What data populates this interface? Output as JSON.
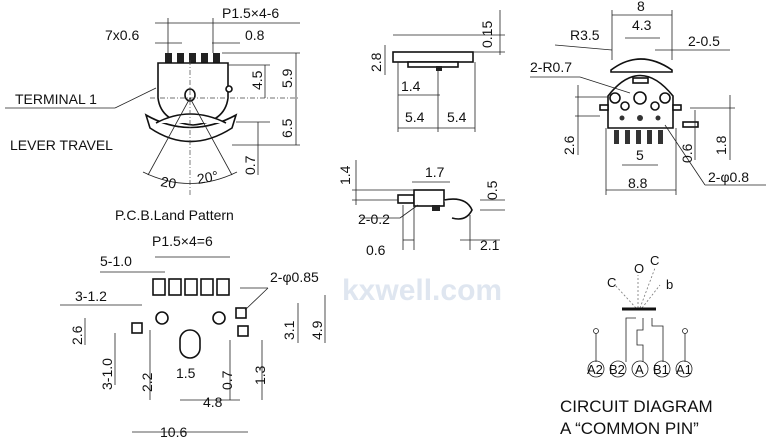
{
  "watermark": "kxwell.com",
  "front_view": {
    "pitch": "P1.5×4-6",
    "terminal_width": "7x0.6",
    "offset": "0.8",
    "height_total": "5.9",
    "height_upper": "4.5",
    "height_lower": "6.5",
    "lever_gap": "0.7",
    "terminal_label": "TERMINAL 1",
    "lever_label": "LEVER TRAVEL",
    "angle_left": "20",
    "angle_right": "20°"
  },
  "top_view": {
    "thickness": "0.15",
    "height": "2.8",
    "inner": "1.4",
    "left_half": "5.4",
    "right_half": "5.4"
  },
  "side_view": {
    "height": "1.4",
    "width": "1.7",
    "tab": "0.5",
    "slot": "2-0.2",
    "left": "0.6",
    "right": "2.1"
  },
  "pcb": {
    "title": "P.C.B.Land Pattern",
    "pitch": "P1.5×4=6",
    "pads": "5-1.0",
    "holes": "2-φ0.85",
    "square_pads": "3-1.2",
    "dim_2_6": "2.6",
    "dim_3_1": "3.1",
    "dim_4_9": "4.9",
    "dim_3_1_0": "3-1.0",
    "dim_2_2": "2.2",
    "dim_1_5": "1.5",
    "dim_0_7": "0.7",
    "dim_1_3": "1.3",
    "dim_4_8": "4.8",
    "dim_10_6": "10.6"
  },
  "right_view": {
    "width": "8",
    "inner": "4.3",
    "radius": "R3.5",
    "slot": "2-0.5",
    "corner": "2-R0.7",
    "height": "2.6",
    "pin_span": "5",
    "body_width": "8.8",
    "tab": "0.6",
    "tab_height": "1.8",
    "holes": "2-φ0.8"
  },
  "circuit": {
    "positions": [
      "C",
      "O",
      "C",
      "b"
    ],
    "pins": [
      "A2",
      "B2",
      "A",
      "B1",
      "A1"
    ],
    "title": "CIRCUIT DIAGRAM",
    "subtitle": "A “COMMON PIN”"
  }
}
